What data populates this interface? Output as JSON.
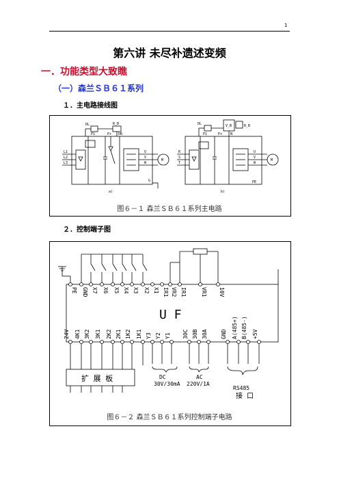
{
  "page": {
    "number": "1"
  },
  "title": "第六讲  未尽补遗述变频",
  "section1": "一．功能类型大致瞧",
  "section1_1": "（一）森兰ＳＢ６１系列",
  "item1": "１．主电路接线图",
  "item2": "２．控制端子图",
  "figure1": {
    "caption": "图６－１  森兰ＳＢ６１系列主电路",
    "sub_a": "a)",
    "sub_b": "b)",
    "labels_a": {
      "dl": "DL",
      "rb": "R_B",
      "p1": "P1",
      "pplus": "P+",
      "db": "DB",
      "l1": "L1",
      "l2": "L2",
      "l3": "L3",
      "u": "U",
      "v": "V",
      "w": "W",
      "g": "G",
      "m": "M"
    },
    "labels_b": {
      "dl": "DL",
      "rb": "R_B",
      "vb": "V_B",
      "p1": "P1",
      "pplus": "P+",
      "n": "N",
      "r": "R",
      "s": "S",
      "t": "T",
      "u": "U",
      "v": "V",
      "w": "W",
      "pe": "PE",
      "m": "M"
    }
  },
  "figure2": {
    "caption": "图６－２  森兰ＳＢ６１系列控制端子电路",
    "uf": "U F",
    "top_terminals": [
      "PE",
      "GND",
      "X7",
      "X6",
      "X5",
      "X4",
      "X3",
      "X2",
      "X1",
      "IR1",
      "VR2",
      "IR1",
      "VR1",
      "10V"
    ],
    "bottom_terminals": [
      "24V",
      "4K1",
      "3K2",
      "3K1",
      "2K2",
      "2K1",
      "1K2",
      "1K1",
      "Y3",
      "Y2",
      "Y1",
      "30C",
      "30B",
      "30A",
      "GND",
      "A(485+)",
      "B(485-)",
      "+5V"
    ],
    "expansion_board": "扩   展   板",
    "dc_label": "DC",
    "dc_rating": "30V/30mA",
    "ac_label": "AC",
    "ac_rating": "220V/1A",
    "rs485_label": "RS485",
    "port_label": "接  口"
  }
}
